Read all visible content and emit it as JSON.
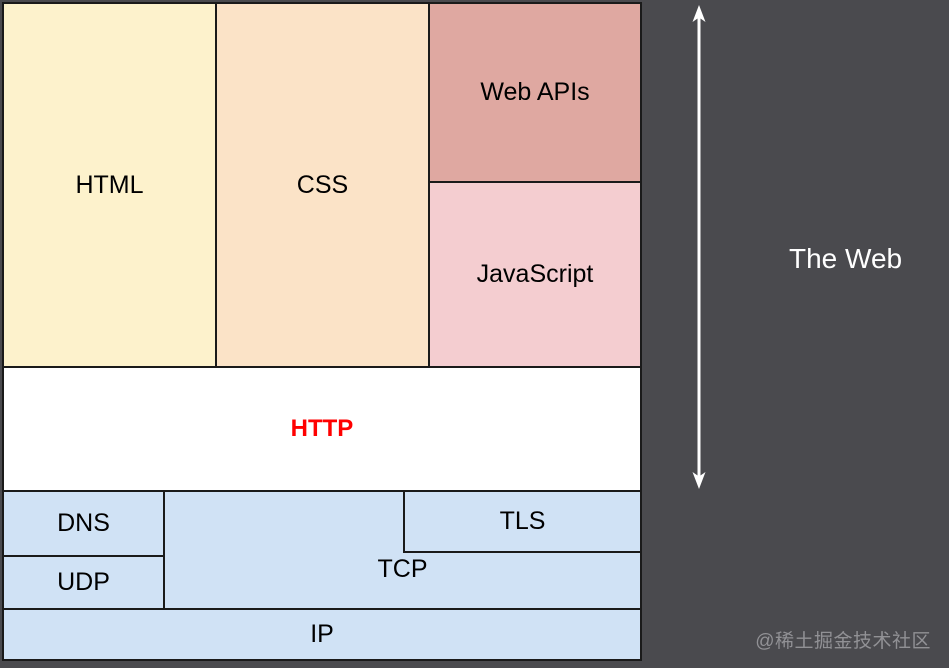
{
  "diagram": {
    "boxes": {
      "html": {
        "label": "HTML",
        "fill": "#FDF2CC"
      },
      "css": {
        "label": "CSS",
        "fill": "#FBE3C7"
      },
      "web_apis": {
        "label": "Web APIs",
        "fill": "#DFA8A1"
      },
      "javascript": {
        "label": "JavaScript",
        "fill": "#F4CDD0"
      },
      "http": {
        "label": "HTTP",
        "fill": "#FFFFFF",
        "text_color": "#FF0000"
      },
      "dns": {
        "label": "DNS",
        "fill": "#D0E2F5"
      },
      "udp": {
        "label": "UDP",
        "fill": "#D0E2F5"
      },
      "tcp": {
        "label": "TCP",
        "fill": "#D0E2F5"
      },
      "tls": {
        "label": "TLS",
        "fill": "#D0E2F5"
      },
      "ip": {
        "label": "IP",
        "fill": "#D0E2F5"
      }
    },
    "side": {
      "label": "The Web",
      "arrow_icon": "double-arrow-vertical",
      "arrow_color": "#FFFFFF",
      "background": "#4A4A4E",
      "border_color": "#1a1a1a"
    },
    "watermark": {
      "text": "@稀土掘金技术社区",
      "color": "#919195"
    }
  }
}
